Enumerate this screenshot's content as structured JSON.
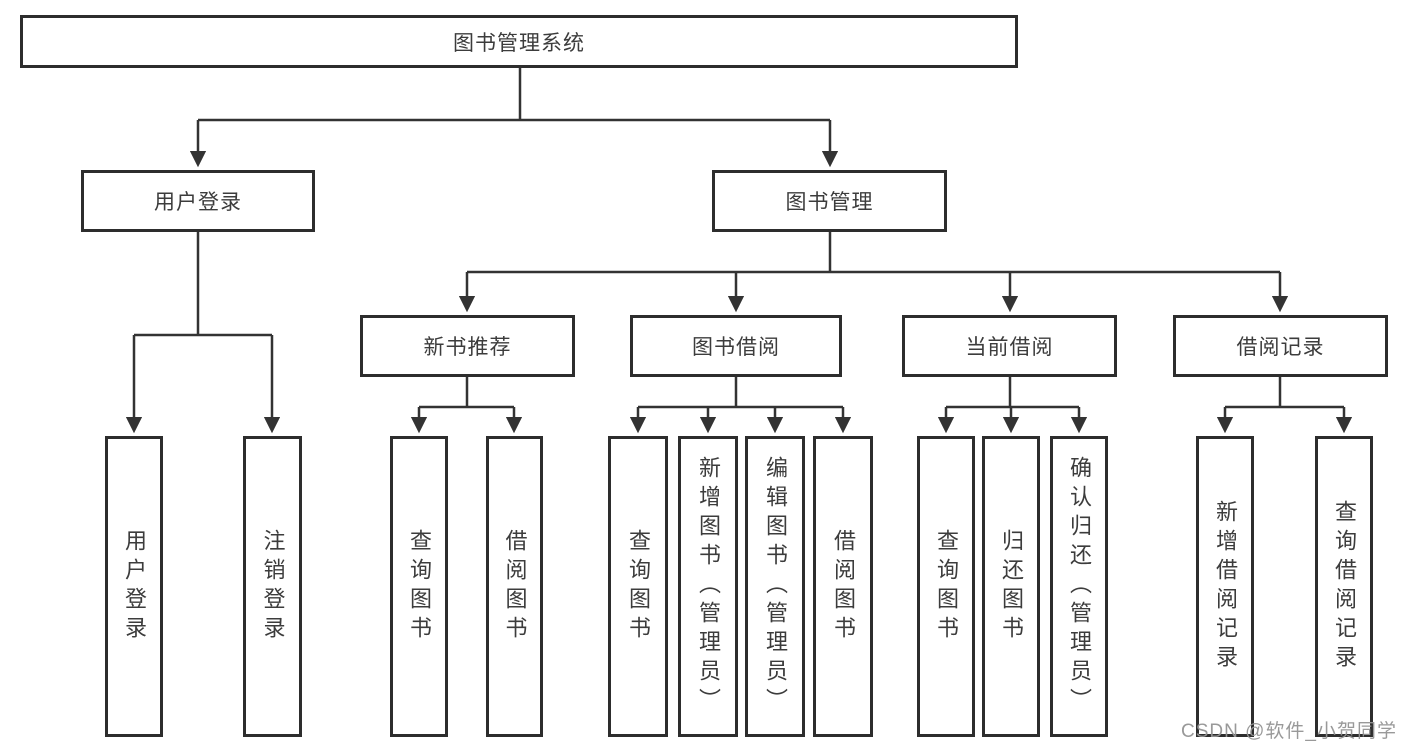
{
  "diagram_type": "hierarchy",
  "watermark": "CSDN @软件_小贺同学",
  "colors": {
    "background": "#ffffff",
    "box_border": "#2d2d2d",
    "connector": "#333333",
    "text": "#3c3c3c",
    "watermark": "#949494"
  },
  "tree": {
    "label": "图书管理系统",
    "children": [
      {
        "label": "用户登录",
        "children": [
          {
            "label": "用户登录"
          },
          {
            "label": "注销登录"
          }
        ]
      },
      {
        "label": "图书管理",
        "children": [
          {
            "label": "新书推荐",
            "children": [
              {
                "label": "查询图书"
              },
              {
                "label": "借阅图书"
              }
            ]
          },
          {
            "label": "图书借阅",
            "children": [
              {
                "label": "查询图书"
              },
              {
                "label": "新增图书（管理员）"
              },
              {
                "label": "编辑图书（管理员）"
              },
              {
                "label": "借阅图书"
              }
            ]
          },
          {
            "label": "当前借阅",
            "children": [
              {
                "label": "查询图书"
              },
              {
                "label": "归还图书"
              },
              {
                "label": "确认归还（管理员）"
              }
            ]
          },
          {
            "label": "借阅记录",
            "children": [
              {
                "label": "新增借阅记录"
              },
              {
                "label": "查询借阅记录"
              }
            ]
          }
        ]
      }
    ]
  }
}
